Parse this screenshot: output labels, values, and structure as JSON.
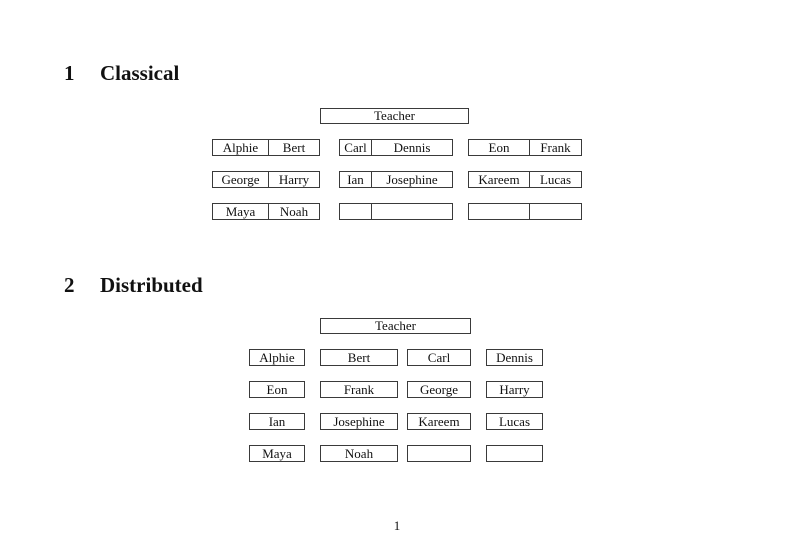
{
  "colors": {
    "background": "#ffffff",
    "text": "#111111",
    "border": "#3a3a3a"
  },
  "page": {
    "number": "1"
  },
  "sections": [
    {
      "number": "1",
      "title": "Classical",
      "teacher_label": "Teacher",
      "rows": [
        [
          [
            "Alphie",
            "Bert"
          ],
          [
            "Carl",
            "Dennis"
          ],
          [
            "Eon",
            "Frank"
          ]
        ],
        [
          [
            "George",
            "Harry"
          ],
          [
            "Ian",
            "Josephine"
          ],
          [
            "Kareem",
            "Lucas"
          ]
        ],
        [
          [
            "Maya",
            "Noah"
          ],
          [
            "",
            ""
          ],
          [
            "",
            ""
          ]
        ]
      ]
    },
    {
      "number": "2",
      "title": "Distributed",
      "teacher_label": "Teacher",
      "rows": [
        [
          "Alphie",
          "Bert",
          "Carl",
          "Dennis"
        ],
        [
          "Eon",
          "Frank",
          "George",
          "Harry"
        ],
        [
          "Ian",
          "Josephine",
          "Kareem",
          "Lucas"
        ],
        [
          "Maya",
          "Noah",
          "",
          ""
        ]
      ]
    }
  ]
}
